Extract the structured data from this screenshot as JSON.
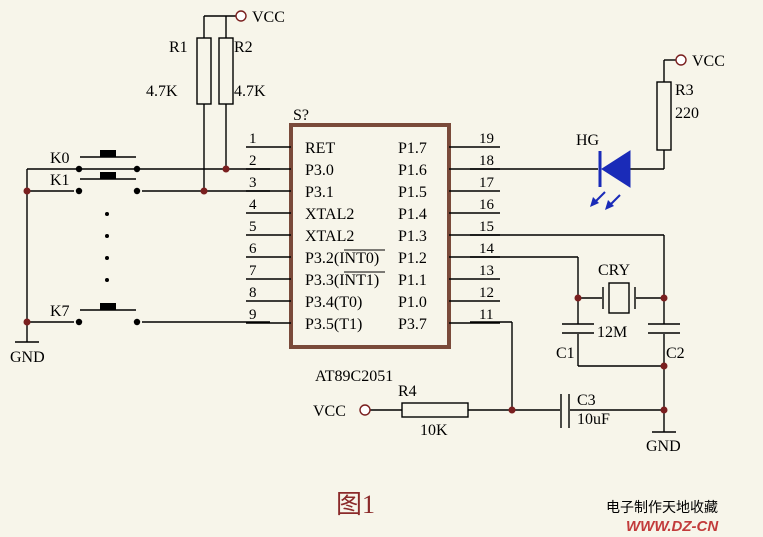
{
  "chip": {
    "designator": "S?",
    "part": "AT89C2051",
    "left_pins": [
      {
        "num": "1",
        "name": "RET"
      },
      {
        "num": "2",
        "name": "P3.0"
      },
      {
        "num": "3",
        "name": "P3.1"
      },
      {
        "num": "4",
        "name": "XTAL2"
      },
      {
        "num": "5",
        "name": "XTAL2"
      },
      {
        "num": "6",
        "name": "P3.2(INT0)"
      },
      {
        "num": "7",
        "name": "P3.3(INT1)"
      },
      {
        "num": "8",
        "name": "P3.4(T0)"
      },
      {
        "num": "9",
        "name": "P3.5(T1)"
      }
    ],
    "right_pins": [
      {
        "num": "19",
        "name": "P1.7"
      },
      {
        "num": "18",
        "name": "P1.6"
      },
      {
        "num": "17",
        "name": "P1.5"
      },
      {
        "num": "16",
        "name": "P1.4"
      },
      {
        "num": "15",
        "name": "P1.3"
      },
      {
        "num": "14",
        "name": "P1.2"
      },
      {
        "num": "13",
        "name": "P1.1"
      },
      {
        "num": "12",
        "name": "P1.0"
      },
      {
        "num": "11",
        "name": "P3.7"
      }
    ]
  },
  "power": {
    "vcc": "VCC",
    "gnd": "GND"
  },
  "resistors": {
    "r1": {
      "ref": "R1",
      "value": "4.7K"
    },
    "r2": {
      "ref": "R2",
      "value": "4.7K"
    },
    "r3": {
      "ref": "R3",
      "value": "220"
    },
    "r4": {
      "ref": "R4",
      "value": "10K"
    }
  },
  "switches": {
    "k0": "K0",
    "k1": "K1",
    "k7": "K7"
  },
  "led": {
    "ref": "HG"
  },
  "crystal": {
    "ref": "CRY",
    "value": "12M"
  },
  "capacitors": {
    "c1": "C1",
    "c2": "C2",
    "c3": {
      "ref": "C3",
      "value": "10uF"
    }
  },
  "figure_label": "图1",
  "watermark": {
    "line1": "电子制作天地收藏",
    "line2": "WWW.DZ-CN"
  }
}
